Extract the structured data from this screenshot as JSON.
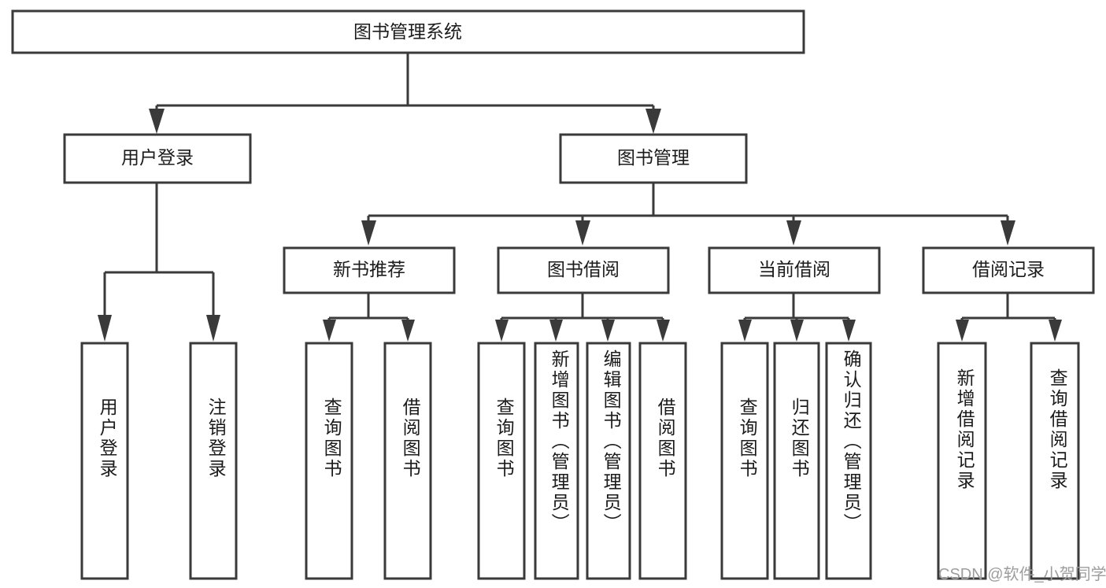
{
  "diagram": {
    "type": "tree-hierarchy",
    "title": "图书管理系统",
    "nodes": {
      "root": {
        "label": "图书管理系统",
        "level": 0
      },
      "l1": [
        {
          "id": "user-login",
          "label": "用户登录"
        },
        {
          "id": "book-manage",
          "label": "图书管理"
        }
      ],
      "l2": [
        {
          "id": "new-book-rec",
          "label": "新书推荐",
          "parent": "book-manage"
        },
        {
          "id": "book-borrow",
          "label": "图书借阅",
          "parent": "book-manage"
        },
        {
          "id": "current-borrow",
          "label": "当前借阅",
          "parent": "book-manage"
        },
        {
          "id": "borrow-record",
          "label": "借阅记录",
          "parent": "book-manage"
        }
      ],
      "leaves": [
        {
          "id": "leaf-user-login",
          "label": "用户登录",
          "parent": "user-login"
        },
        {
          "id": "leaf-logout",
          "label": "注销登录",
          "parent": "user-login"
        },
        {
          "id": "leaf-query-book-1",
          "label": "查询图书",
          "parent": "new-book-rec"
        },
        {
          "id": "leaf-borrow-book-1",
          "label": "借阅图书",
          "parent": "new-book-rec"
        },
        {
          "id": "leaf-query-book-2",
          "label": "查询图书",
          "parent": "book-borrow"
        },
        {
          "id": "leaf-add-book",
          "label": "新增图书（管理员）",
          "parent": "book-borrow"
        },
        {
          "id": "leaf-edit-book",
          "label": "编辑图书（管理员）",
          "parent": "book-borrow"
        },
        {
          "id": "leaf-borrow-book-2",
          "label": "借阅图书",
          "parent": "book-borrow"
        },
        {
          "id": "leaf-query-book-3",
          "label": "查询图书",
          "parent": "current-borrow"
        },
        {
          "id": "leaf-return-book",
          "label": "归还图书",
          "parent": "current-borrow"
        },
        {
          "id": "leaf-confirm-return",
          "label": "确认归还（管理员）",
          "parent": "current-borrow"
        },
        {
          "id": "leaf-add-record",
          "label": "新增借阅记录",
          "parent": "borrow-record"
        },
        {
          "id": "leaf-query-record",
          "label": "查询借阅记录",
          "parent": "borrow-record"
        }
      ]
    },
    "colors": {
      "stroke": "#3a3a3a",
      "fill": "#ffffff",
      "text": "#1b1b1b",
      "watermark": "#9d9d9d"
    }
  },
  "watermark": {
    "text": "CSDN @软件_小贺同学"
  }
}
